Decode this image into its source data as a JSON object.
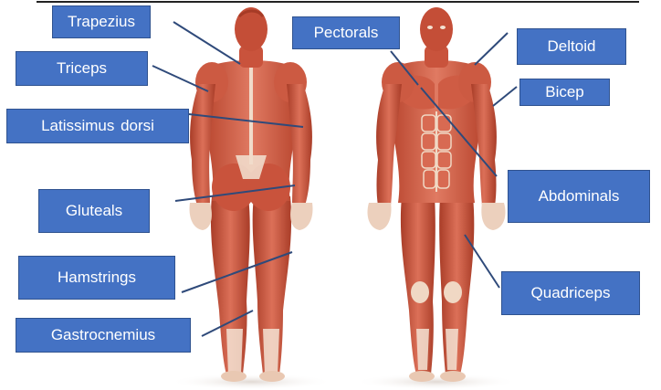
{
  "labels": {
    "trapezius": "Trapezius",
    "triceps": "Triceps",
    "latissimus_dorsi": "Latissimus dorsi",
    "gluteals": "Gluteals",
    "hamstrings": "Hamstrings",
    "gastrocnemius": "Gastrocnemius",
    "pectorals": "Pectorals",
    "deltoid": "Deltoid",
    "bicep": "Bicep",
    "abdominals": "Abdominals",
    "quadriceps": "Quadriceps"
  },
  "colors": {
    "label_fill": "#4472c4",
    "label_border": "#2f528f",
    "label_text": "#ffffff",
    "leader_line": "#2f4a7a",
    "muscle_dark": "#b8452e",
    "muscle_mid": "#d2604a",
    "muscle_light": "#e88a72",
    "tendon": "#f3e2d2"
  }
}
